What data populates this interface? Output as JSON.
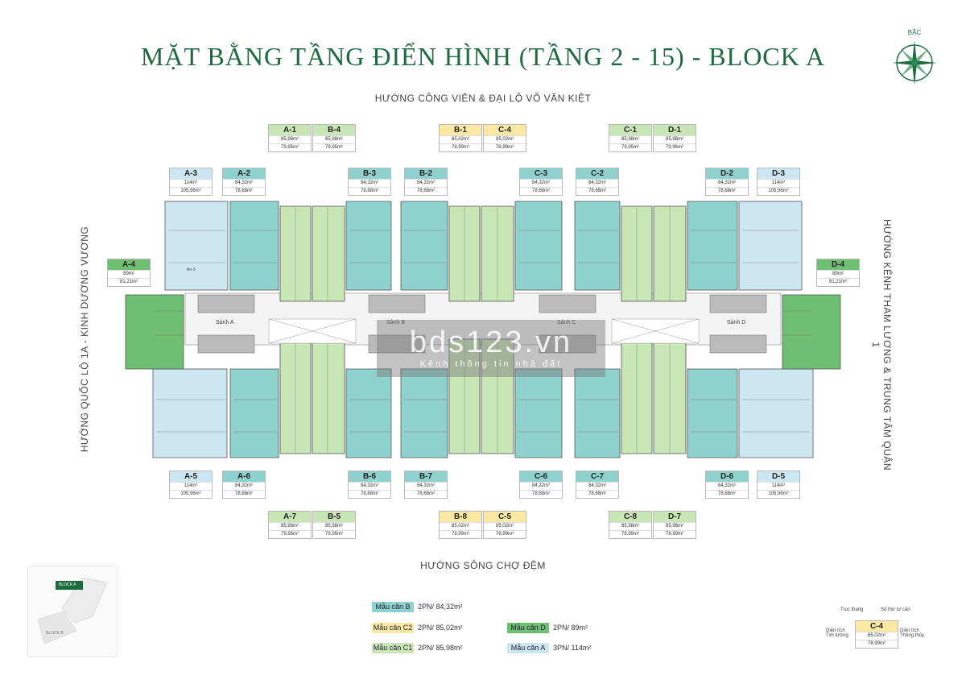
{
  "title": "MẶT BẰNG TẦNG ĐIỂN HÌNH (TẦNG 2 - 15) - BLOCK A",
  "north_label": "BẮC",
  "directions": {
    "top": "HƯỚNG CÔNG VIÊN & ĐẠI LỘ VÕ VĂN KIỆT",
    "bottom": "HƯỚNG SÔNG CHỢ ĐỆM",
    "left": "HƯỚNG QUỐC LỘ 1A - KINH DƯƠNG VƯƠNG",
    "right": "HƯỚNG KÊNH THAM LƯƠNG & TRUNG TÂM QUẬN 1"
  },
  "units_top": [
    {
      "code": "A-1",
      "a1": "85,98m²",
      "a2": "79,95m²",
      "type": "c1"
    },
    {
      "code": "B-4",
      "a1": "85,98m²",
      "a2": "79,95m²",
      "type": "c1"
    },
    {
      "code": "B-1",
      "a1": "85,02m²",
      "a2": "78,99m²",
      "type": "c2"
    },
    {
      "code": "C-4",
      "a1": "85,02m²",
      "a2": "78,99m²",
      "type": "c2"
    },
    {
      "code": "C-1",
      "a1": "85,98m²",
      "a2": "79,95m²",
      "type": "c1"
    },
    {
      "code": "D-1",
      "a1": "85,98m²",
      "a2": "79,96m²",
      "type": "c1"
    },
    {
      "code": "A-3",
      "a1": "114m²",
      "a2": "105,96m²",
      "type": "a"
    },
    {
      "code": "A-2",
      "a1": "84,32m²",
      "a2": "78,68m²",
      "type": "b"
    },
    {
      "code": "B-3",
      "a1": "84,32m²",
      "a2": "78,68m²",
      "type": "b"
    },
    {
      "code": "B-2",
      "a1": "84,32m²",
      "a2": "78,68m²",
      "type": "b"
    },
    {
      "code": "C-3",
      "a1": "84,32m²",
      "a2": "78,68m²",
      "type": "b"
    },
    {
      "code": "C-2",
      "a1": "84,32m²",
      "a2": "78,68m²",
      "type": "b"
    },
    {
      "code": "D-2",
      "a1": "84,32m²",
      "a2": "78,68m²",
      "type": "b"
    },
    {
      "code": "D-3",
      "a1": "114m²",
      "a2": "105,96m²",
      "type": "a"
    }
  ],
  "units_side": [
    {
      "code": "A-4",
      "a1": "89m²",
      "a2": "81,21m²",
      "type": "d"
    },
    {
      "code": "D-4",
      "a1": "89m²",
      "a2": "81,21m²",
      "type": "d"
    }
  ],
  "units_bottom": [
    {
      "code": "A-5",
      "a1": "114m²",
      "a2": "105,96m²",
      "type": "a"
    },
    {
      "code": "A-6",
      "a1": "84,32m²",
      "a2": "78,68m²",
      "type": "b"
    },
    {
      "code": "B-6",
      "a1": "84,32m²",
      "a2": "78,68m²",
      "type": "b"
    },
    {
      "code": "B-7",
      "a1": "84,32m²",
      "a2": "78,68m²",
      "type": "b"
    },
    {
      "code": "C-6",
      "a1": "84,32m²",
      "a2": "78,68m²",
      "type": "b"
    },
    {
      "code": "C-7",
      "a1": "84,32m²",
      "a2": "78,68m²",
      "type": "b"
    },
    {
      "code": "D-6",
      "a1": "84,32m²",
      "a2": "78,68m²",
      "type": "b"
    },
    {
      "code": "D-5",
      "a1": "114m²",
      "a2": "105,96m²",
      "type": "a"
    },
    {
      "code": "A-7",
      "a1": "85,98m²",
      "a2": "79,95m²",
      "type": "c1"
    },
    {
      "code": "B-5",
      "a1": "85,98m²",
      "a2": "79,95m²",
      "type": "c1"
    },
    {
      "code": "B-8",
      "a1": "85,02m²",
      "a2": "78,99m²",
      "type": "c2"
    },
    {
      "code": "C-5",
      "a1": "85,02m²",
      "a2": "78,99m²",
      "type": "c2"
    },
    {
      "code": "C-8",
      "a1": "85,98m²",
      "a2": "78,99m²",
      "type": "c1"
    },
    {
      "code": "D-7",
      "a1": "85,98m²",
      "a2": "78,99m²",
      "type": "c1"
    }
  ],
  "lobbies": [
    "Sảnh A",
    "Sảnh B",
    "Sảnh C",
    "Sảnh D"
  ],
  "plan_small_label": "An-3",
  "legend": [
    {
      "label": "Mẫu căn B",
      "desc": "2PN/ 84,32m²",
      "type": "b"
    },
    {
      "label": "Mẫu căn C2",
      "desc": "2PN/ 85,02m²",
      "type": "c2"
    },
    {
      "label": "Mẫu căn C1",
      "desc": "2PN/ 85,98m²",
      "type": "c1"
    },
    {
      "label": "Mẫu căn D",
      "desc": "2PN/ 89m²",
      "type": "d"
    },
    {
      "label": "Mẫu căn A",
      "desc": "3PN/ 114m²",
      "type": "a"
    }
  ],
  "minimap": {
    "block_a": "BLOCK A",
    "block_b": "BLOCK B"
  },
  "key": {
    "truc_thang": "Trục thang",
    "so_thu_tu": "Số thứ tự căn",
    "dien_tich_tim": "Diện tích\nTim tường",
    "dien_tich_thong": "Diện tích\nThông thủy",
    "code": "C-4",
    "a1": "85,02m²",
    "a2": "78,99m²"
  },
  "watermark": {
    "main": "bds123.vn",
    "sub": "Kênh thông tin nhà đất"
  },
  "colors": {
    "b": "#8fd1cd",
    "c1": "#c9e6b7",
    "c2": "#fbe9a3",
    "d": "#6fbf73",
    "a": "#cde7f2",
    "title": "#1e6a3f"
  }
}
